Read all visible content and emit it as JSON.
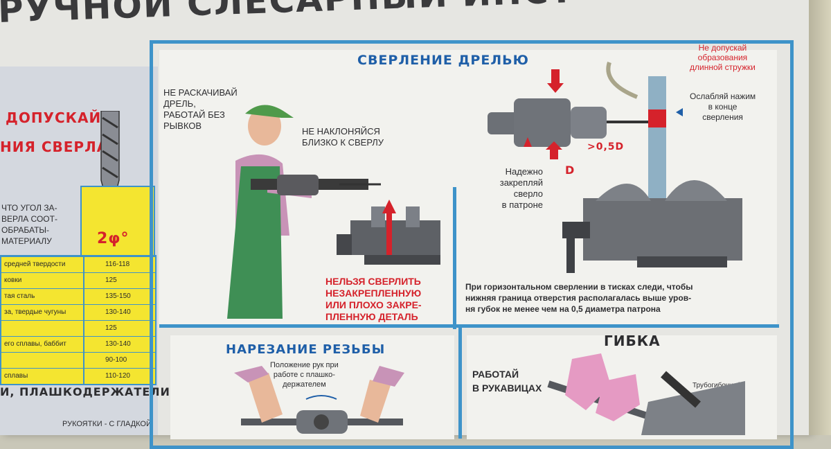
{
  "poster": {
    "title": "РУЧНОЙ СЛЕСАРНЫЙ ИНСТ",
    "left_column": {
      "heading_line1": "ДОПУСКАЙ",
      "heading_line2": "НИЯ СВЕРЛА",
      "angle_note": "ЧТО УГОЛ ЗА-\nВЕРЛА СООТ-\nОБРАБАТЫ-\nМАТЕРИАЛУ",
      "angle_symbol": "2φ°",
      "rows": [
        {
          "material": "средней твердости",
          "angle": "116-118"
        },
        {
          "material": "ковки",
          "angle": "125"
        },
        {
          "material": "тая сталь",
          "angle": "135-150"
        },
        {
          "material": "за, твердые чугуны",
          "angle": "130-140"
        },
        {
          "material": "",
          "angle": "125"
        },
        {
          "material": "его сплавы, баббит",
          "angle": "130-140"
        },
        {
          "material": "",
          "angle": "90-100"
        },
        {
          "material": "сплавы",
          "angle": "110-120"
        }
      ],
      "footer": "И, ПЛАШКОДЕРЖАТЕЛИ",
      "footer2": "РУКОЯТКИ - С ГЛАДКОЙ"
    },
    "drilling": {
      "heading": "СВЕРЛЕНИЕ ДРЕЛЬЮ",
      "warn_swing": "НЕ РАСКАЧИВАЙ\nДРЕЛЬ,\nРАБОТАЙ БЕЗ\nРЫВКОВ",
      "warn_lean": "НЕ НАКЛОНЯЙСЯ\nБЛИЗКО К СВЕРЛУ",
      "warn_unsecured": "НЕЛЬЗЯ СВЕРЛИТЬ\nНЕЗАКРЕПЛЕННУЮ\nИЛИ ПЛОХО ЗАКРЕ-\nПЛЕННУЮ ДЕТАЛЬ",
      "secure_drill": "Надежно\nзакрепляй\nсверло\nв патроне",
      "chip_warning": "Не допускай\nобразования\nдлинной стружки",
      "ease_pressure": "Ослабляй нажим\nв конце\nсверления",
      "offset_label": ">0,5D",
      "diameter_label": "D",
      "horizontal_note": "При горизонтальном сверлении в тисках следи, чтобы\nнижняя граница отверстия располагалась выше уров-\nня губок не менее чем на 0,5 диаметра патрона"
    },
    "threading": {
      "heading": "НАРЕЗАНИЕ РЕЗЬБЫ",
      "hands_note": "Положение рук при\nработе с плашко-\nдержателем"
    },
    "bending": {
      "heading": "ГИБКА",
      "gloves_note": "РАБОТАЙ\nВ РУКАВИЦАХ",
      "machine_label": "Трубогибочный\nстанок"
    }
  },
  "colors": {
    "frame": "#3e93c9",
    "heading": "#1f5fa8",
    "warning": "#d5222b",
    "table": "#f4e530"
  }
}
